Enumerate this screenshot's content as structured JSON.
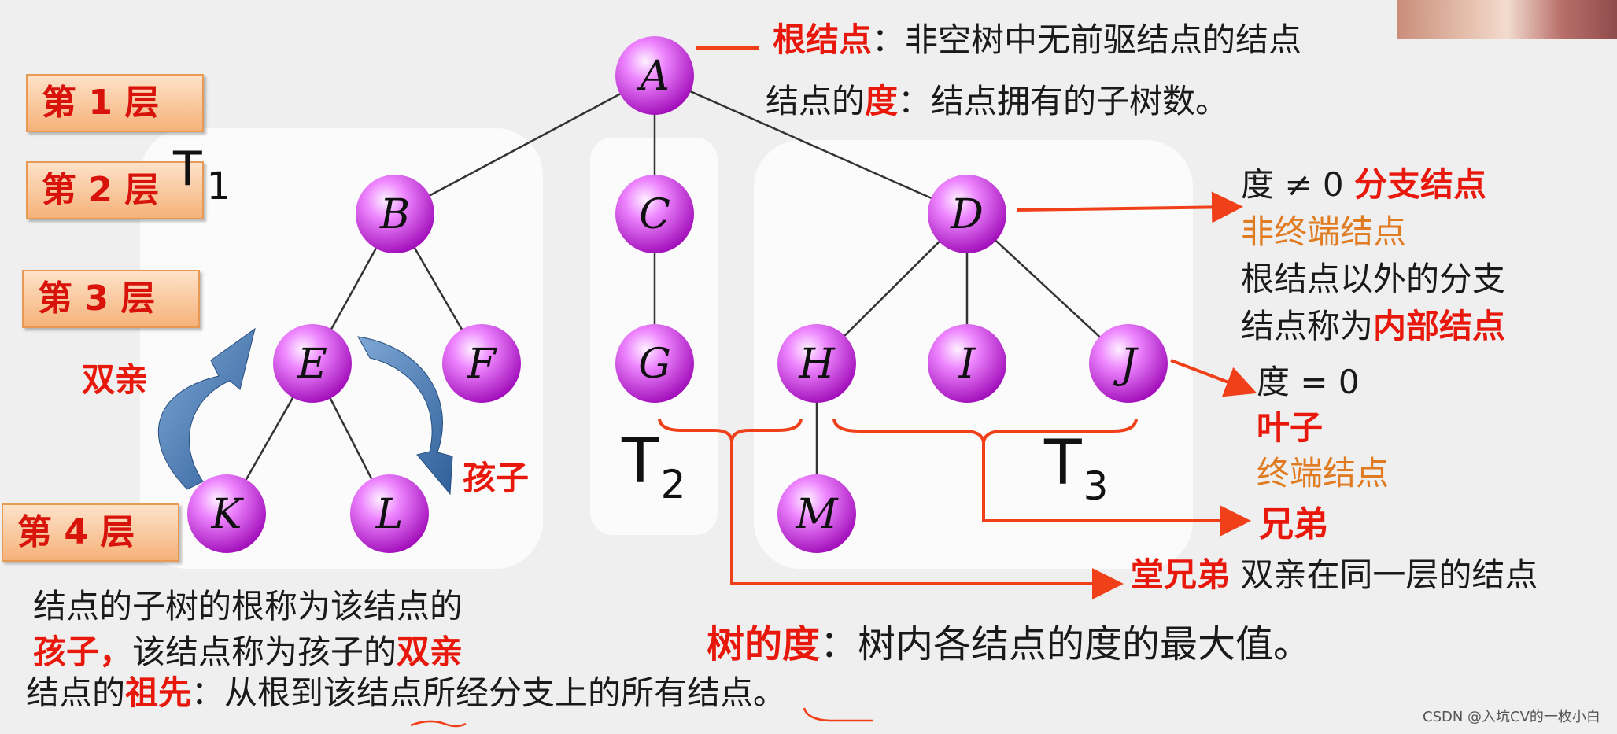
{
  "levels": [
    "第 1 层",
    "第 2 层",
    "第 3 层",
    "第 4 层"
  ],
  "nodes": {
    "A": "A",
    "B": "B",
    "C": "C",
    "D": "D",
    "E": "E",
    "F": "F",
    "G": "G",
    "H": "H",
    "I": "I",
    "J": "J",
    "K": "K",
    "L": "L",
    "M": "M"
  },
  "subtrees": {
    "t1_letter": "T",
    "t1_sub": "1",
    "t2_letter": "T",
    "t2_sub": "2",
    "t3_letter": "T",
    "t3_sub": "3"
  },
  "root_def": {
    "term": "根结点",
    "sep": "：",
    "text": "非空树中无前驱结点的结点"
  },
  "degree_def": {
    "prefix": "结点的",
    "term": "度",
    "sep": "：",
    "text": "结点拥有的子树数。"
  },
  "branch_note": {
    "line1_text": "度 ≠ 0 ",
    "line1_term": "分支结点",
    "line2": "非终端结点",
    "line3": "根结点以外的分支",
    "line4_text": "结点称为",
    "line4_term": "内部结点"
  },
  "leaf_note": {
    "line1": "度 = 0",
    "line2": "叶子",
    "line3": "终端结点"
  },
  "sibling_label": "兄弟",
  "cousin": {
    "term": "堂兄弟",
    "text": " 双亲在同一层的结点"
  },
  "parent_label": "双亲",
  "child_label": "孩子",
  "child_def": {
    "line1": "结点的子树的根称为该结点的",
    "line2_term1": "孩子，",
    "line2_text": "该结点称为孩子的",
    "line2_term2": "双亲"
  },
  "tree_degree": {
    "term": "树的度",
    "sep": "：",
    "text": "树内各结点的度的最大值。"
  },
  "ancestor": {
    "prefix": "结点的",
    "term": "祖先",
    "sep": "：",
    "text": "从根到该结点所经分支上的所有结点。"
  },
  "watermark": "CSDN @入坑CV的一枚小白",
  "colors": {
    "term_red": "#e8190c",
    "note_orange": "#e07b22",
    "node_purple": "#c21fd8",
    "connector": "#f0401a"
  }
}
